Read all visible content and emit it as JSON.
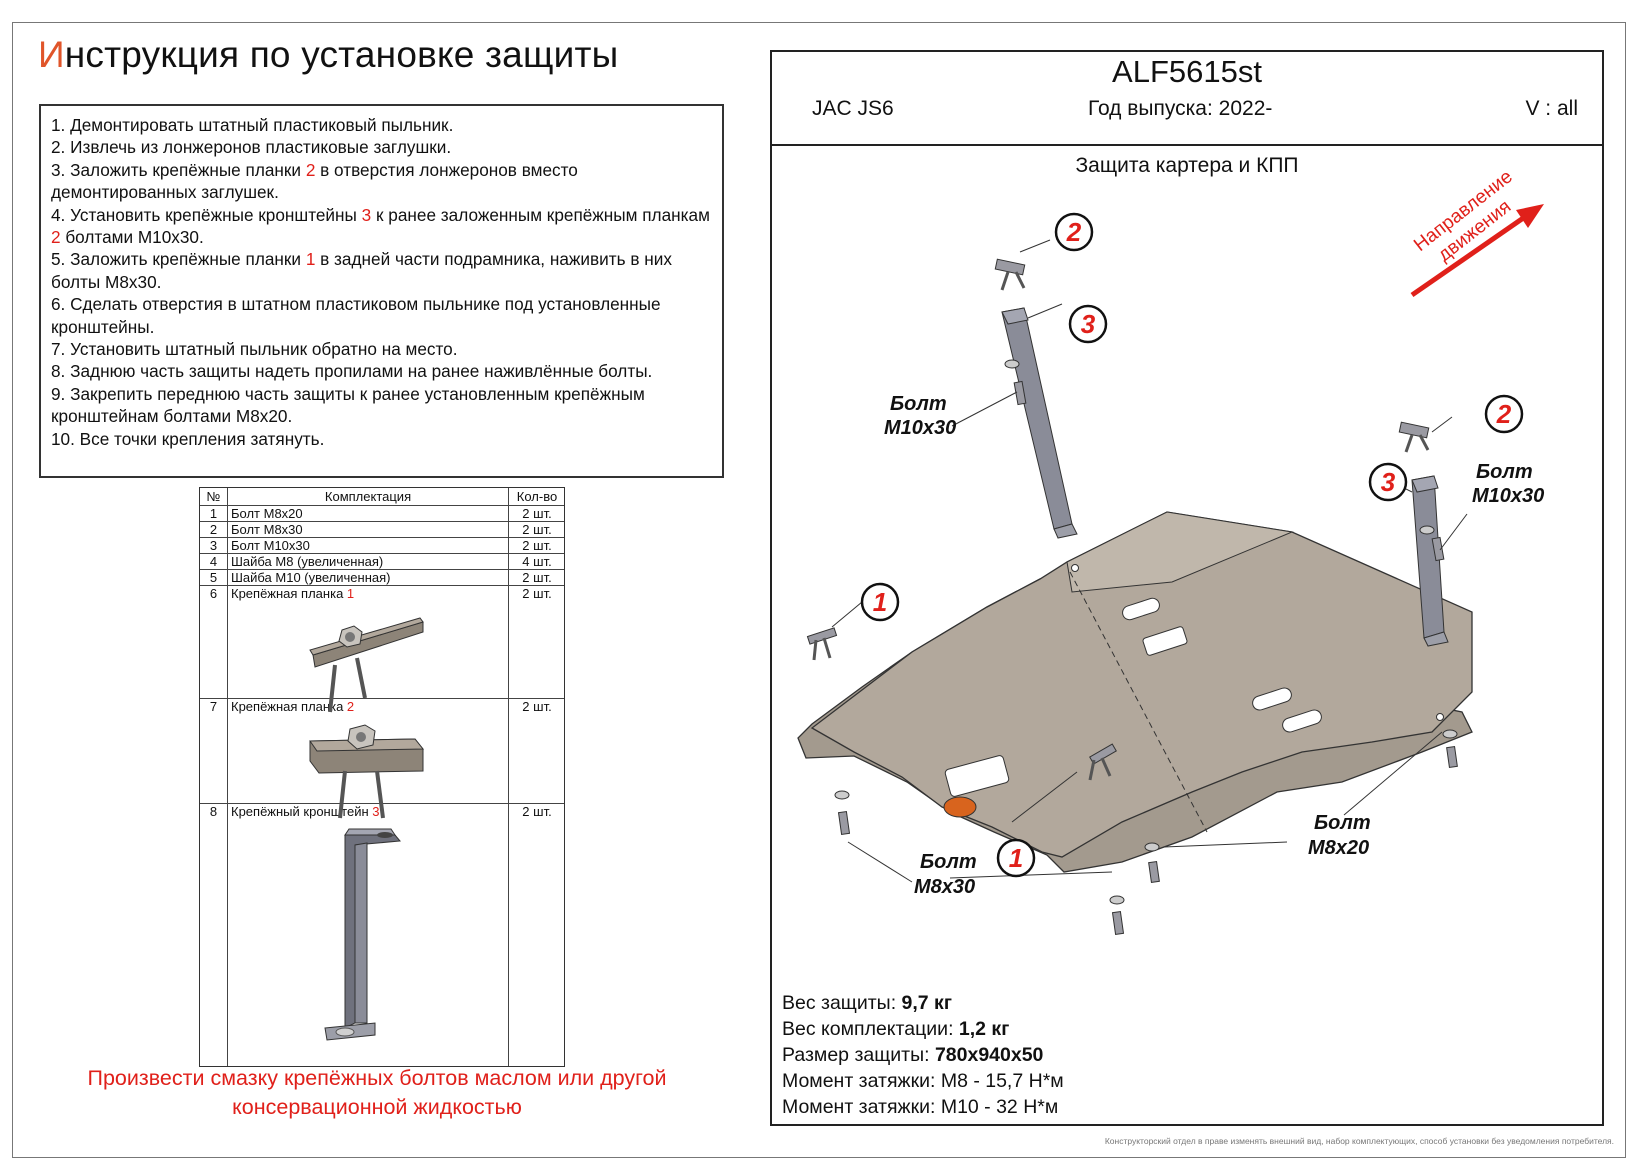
{
  "title": {
    "first_letter": "И",
    "rest": "нструкция по установке защиты"
  },
  "steps": [
    [
      {
        "t": "1. Демонтировать штатный пластиковый пыльник."
      }
    ],
    [
      {
        "t": "2. Извлечь из лонжеронов пластиковые заглушки."
      }
    ],
    [
      {
        "t": "3. Заложить крепёжные планки "
      },
      {
        "t": "2",
        "red": true
      },
      {
        "t": " в отверстия лонжеронов вместо демонтированных заглушек."
      }
    ],
    [
      {
        "t": "4. Установить крепёжные кронштейны "
      },
      {
        "t": "3",
        "red": true
      },
      {
        "t": " к ранее заложенным крепёжным планкам "
      },
      {
        "t": "2",
        "red": true
      },
      {
        "t": " болтами М10х30."
      }
    ],
    [
      {
        "t": "5. Заложить крепёжные планки "
      },
      {
        "t": "1",
        "red": true
      },
      {
        "t": " в задней части подрамника, наживить в них болты М8х30."
      }
    ],
    [
      {
        "t": "6. Сделать отверстия в штатном пластиковом пыльнике под установленные кронштейны."
      }
    ],
    [
      {
        "t": "7. Установить штатный пыльник обратно на место."
      }
    ],
    [
      {
        "t": "8. Заднюю часть защиты надеть пропилами на  ранее наживлённые болты."
      }
    ],
    [
      {
        "t": "9. Закрепить переднюю часть защиты к ранее установленным крепёжным кронштейнам болтами М8х20."
      }
    ],
    [
      {
        "t": "10. Все точки крепления затянуть."
      }
    ]
  ],
  "kit": {
    "headers": {
      "no": "№",
      "name": "Комплектация",
      "qty": "Кол-во"
    },
    "rows": [
      {
        "no": "1",
        "name": "Болт М8х20",
        "qty": "2 шт."
      },
      {
        "no": "2",
        "name": "Болт М8х30",
        "qty": "2 шт."
      },
      {
        "no": "3",
        "name": "Болт М10х30",
        "qty": "2 шт."
      },
      {
        "no": "4",
        "name": "Шайба М8 (увеличенная)",
        "qty": "4 шт."
      },
      {
        "no": "5",
        "name": "Шайба М10 (увеличенная)",
        "qty": "2 шт."
      },
      {
        "no": "6",
        "name": "Крепёжная планка ",
        "ref": "1",
        "qty": "2 шт."
      },
      {
        "no": "7",
        "name": "Крепёжная планка ",
        "ref": "2",
        "qty": "2 шт."
      },
      {
        "no": "8",
        "name": "Крепёжный кронштейн ",
        "ref": "3",
        "qty": "2 шт."
      }
    ]
  },
  "lube_note": "Произвести смазку крепёжных болтов маслом или другой консервационной жидкостью",
  "header": {
    "code": "ALF5615st",
    "car": "JAC JS6",
    "year": "Год выпуска: 2022-",
    "version": "V : all"
  },
  "product": "Защита картера и КПП",
  "diagram": {
    "direction": [
      "Направление",
      "движения"
    ],
    "callouts": [
      "2",
      "3",
      "2",
      "3",
      "1",
      "1"
    ],
    "bolt_word": "Болт",
    "bolt_m10": "М10х30",
    "bolt_m8x30": "М8х30",
    "bolt_m8x20": "М8х20"
  },
  "specs": [
    {
      "label": "Вес защиты: ",
      "value": "9,7 кг"
    },
    {
      "label": "Вес комплектации: ",
      "value": "1,2 кг"
    },
    {
      "label": "Размер защиты: ",
      "value": "780х940х50"
    },
    {
      "label": "Момент затяжки: ",
      "value": "М8 - 15,7 Н*м",
      "plain": true
    },
    {
      "label": "Момент затяжки: ",
      "value": "М10 - 32 Н*м",
      "plain": true
    }
  ],
  "disclaimer": "Конструкторский отдел в праве изменять внешний вид, набор комплектующих, способ установки без уведомления потребителя.",
  "colors": {
    "accent_red": "#e0201a",
    "title_first_letter": "#e0552a",
    "plate_fill": "#b2a89c",
    "bracket_fill": "#8a8c98"
  }
}
